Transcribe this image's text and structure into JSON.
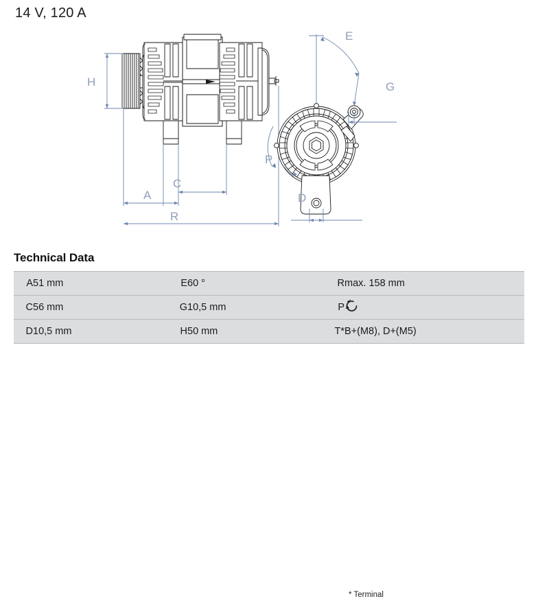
{
  "header": {
    "title": "14 V, 120 A"
  },
  "drawing": {
    "side_view": {
      "name": "alternator-side-view",
      "dimension_labels": [
        "H",
        "A",
        "C",
        "R"
      ]
    },
    "front_view": {
      "name": "alternator-front-view",
      "dimension_labels": [
        "E",
        "G",
        "P",
        "D"
      ]
    },
    "line_color": "#1a1a1a",
    "dimension_color": "#8f9fba",
    "dimension_line_color": "#6b84ad"
  },
  "tech_data": {
    "heading": "Technical Data",
    "footnote": "* Terminal",
    "rows": [
      {
        "col1_key": "A",
        "col1_value": "51 mm",
        "col2_key": "E",
        "col2_value": "60 °",
        "col3_key": "R",
        "col3_value": "max. 158 mm"
      },
      {
        "col1_key": "C",
        "col1_value": "56 mm",
        "col2_key": "G",
        "col2_value": "10,5 mm",
        "col3_key": "P",
        "col3_value": "",
        "col3_icon": "counterclockwise-rotation-icon"
      },
      {
        "col1_key": "D",
        "col1_value": "10,5 mm",
        "col2_key": "H",
        "col2_value": "50 mm",
        "col3_key": "T*",
        "col3_value": "B+(M8), D+(M5)"
      }
    ]
  },
  "colors": {
    "table_value_background": "#dcdddf",
    "table_key_background": "#ffffff",
    "table_border": "#b9b9b9",
    "text": "#1a1a1a",
    "page_background": "#ffffff"
  }
}
